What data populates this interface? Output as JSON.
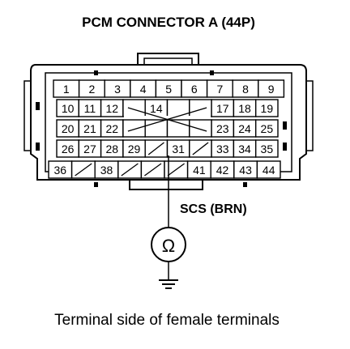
{
  "diagram": {
    "title": "PCM CONNECTOR A (44P)",
    "signal_label": "SCS (BRN)",
    "caption": "Terminal side of female terminals",
    "meter_symbol": "Ω",
    "colors": {
      "ink": "#000000",
      "background": "#ffffff"
    },
    "icons": [
      "ohmmeter-icon",
      "ground-icon"
    ],
    "rows": [
      [
        "1",
        "2",
        "3",
        "4",
        "5",
        "6",
        "7",
        "8",
        "9"
      ],
      [
        "10",
        "11",
        "12",
        "",
        "14",
        "",
        "",
        "17",
        "18",
        "19"
      ],
      [
        "20",
        "21",
        "22",
        "",
        "",
        "",
        "",
        "23",
        "24",
        "25"
      ],
      [
        "26",
        "27",
        "28",
        "29",
        "",
        "31",
        "",
        "33",
        "34",
        "35"
      ],
      [
        "36",
        "",
        "38",
        "",
        "",
        "",
        "41",
        "42",
        "43",
        "44"
      ]
    ],
    "probed_terminal": "31"
  }
}
